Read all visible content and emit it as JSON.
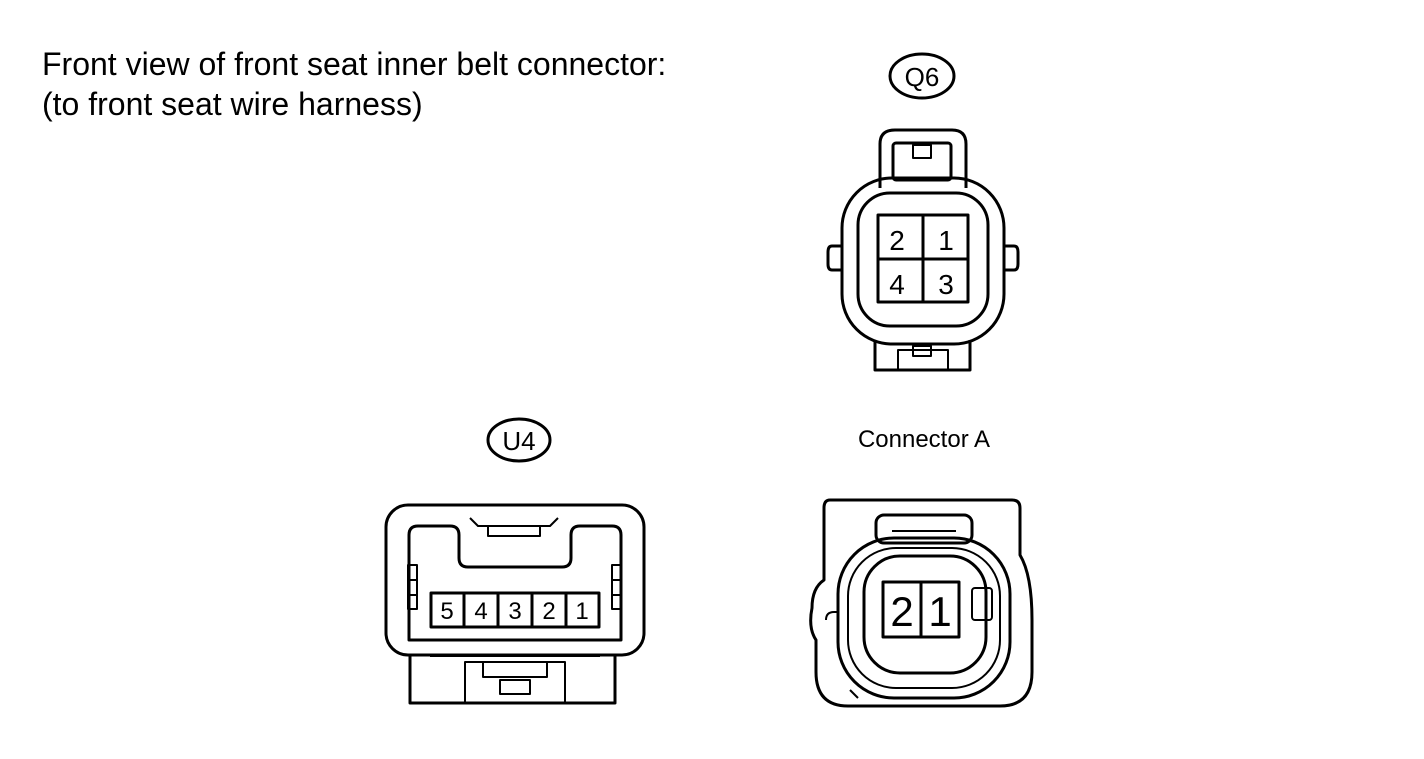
{
  "title": {
    "line1": "Front view of front seat inner belt connector:",
    "line2": "(to front seat wire harness)"
  },
  "connectors": {
    "q6": {
      "code": "Q6",
      "pins": {
        "p1": "1",
        "p2": "2",
        "p3": "3",
        "p4": "4"
      }
    },
    "u4": {
      "code": "U4",
      "pins": {
        "p1": "1",
        "p2": "2",
        "p3": "3",
        "p4": "4",
        "p5": "5"
      }
    },
    "a": {
      "label": "Connector A",
      "pins": {
        "p1": "1",
        "p2": "2"
      }
    }
  }
}
